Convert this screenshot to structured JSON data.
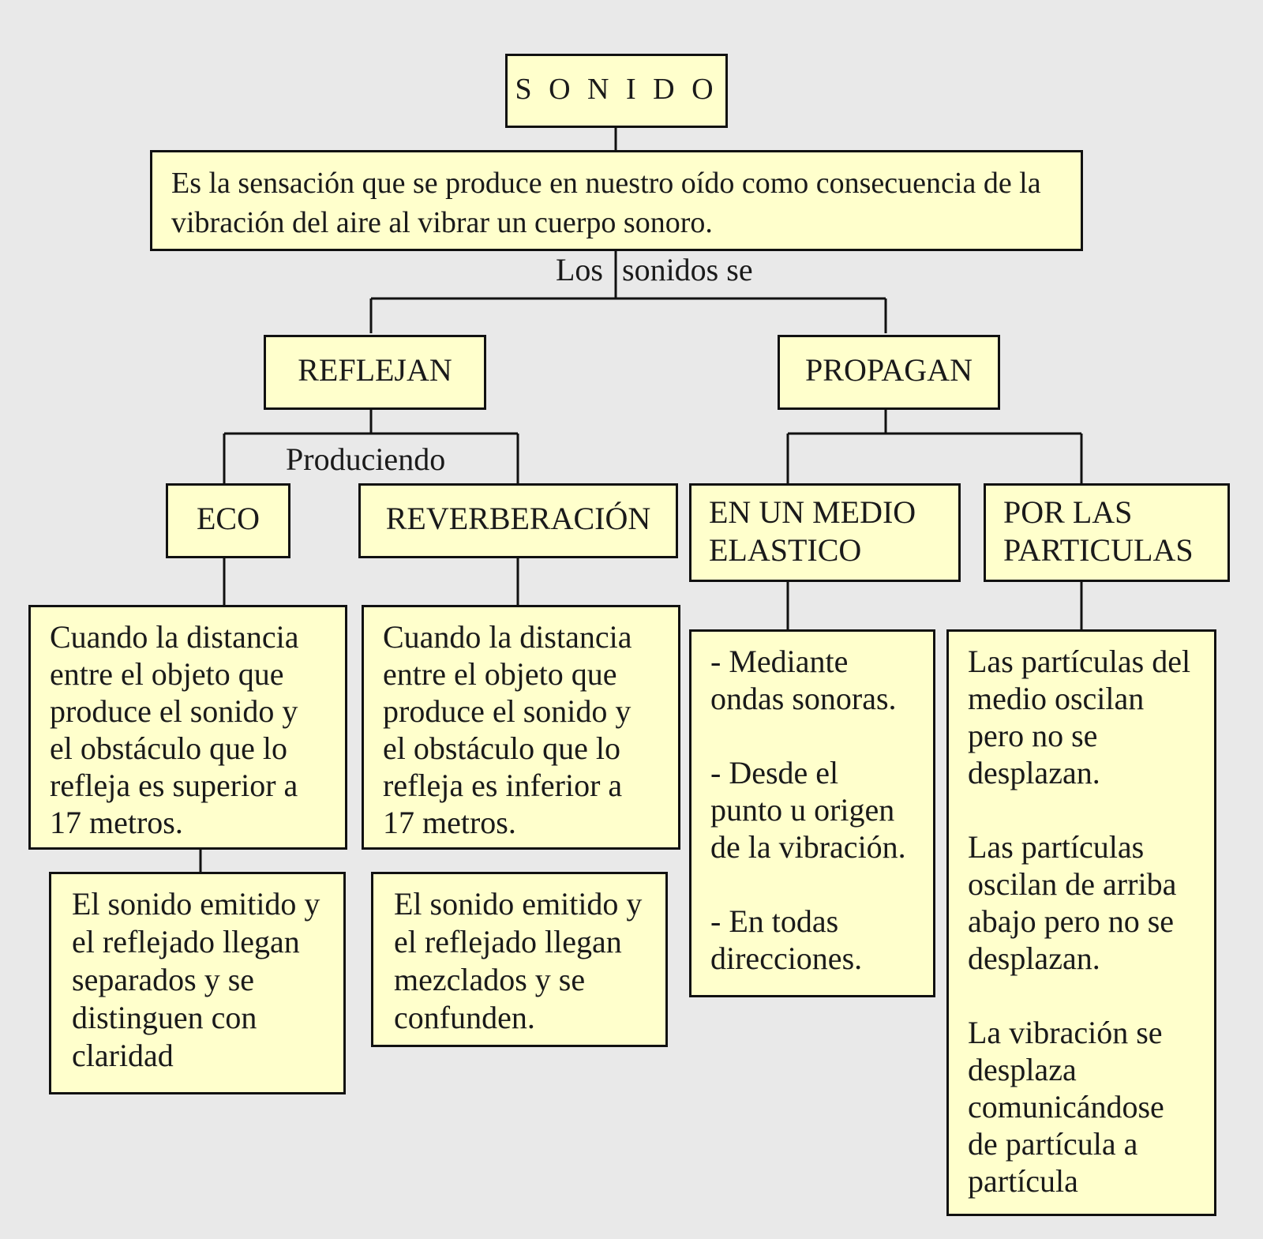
{
  "diagram": {
    "title": "S O N I D O",
    "definition": "Es la sensación que se produce en nuestro oído como consecuencia de la vibración del aire al vibrar un cuerpo sonoro.",
    "connector_los": "Los",
    "connector_sonidos_se": "sonidos se",
    "reflejan": "REFLEJAN",
    "propagan": "PROPAGAN",
    "produciendo": "Produciendo",
    "eco": "ECO",
    "reverberacion": "REVERBERACIÓN",
    "medio_elastico": "EN UN MEDIO\nELASTICO",
    "por_particulas": "POR LAS\nPARTICULAS",
    "eco_condition": "Cuando la distancia entre el objeto que produce el sonido y el obstáculo que lo refleja es superior a 17 metros.",
    "reverb_condition": "Cuando la distancia entre el objeto que produce el sonido y el obstáculo que lo refleja es inferior a 17 metros.",
    "eco_result": "El sonido emitido y el reflejado llegan separados y se distinguen con claridad",
    "reverb_result": "El sonido emitido y el reflejado llegan mezclados y se confunden.",
    "medio_details": "- Mediante ondas sonoras.\n\n- Desde el punto u origen de la vibración.\n\n- En todas direcciones.",
    "particulas_details": "Las partículas del medio oscilan pero no se desplazan.\n\nLas partículas oscilan de arriba abajo pero no se desplazan.\n\nLa vibración se desplaza comunicándose de partícula a partícula"
  }
}
